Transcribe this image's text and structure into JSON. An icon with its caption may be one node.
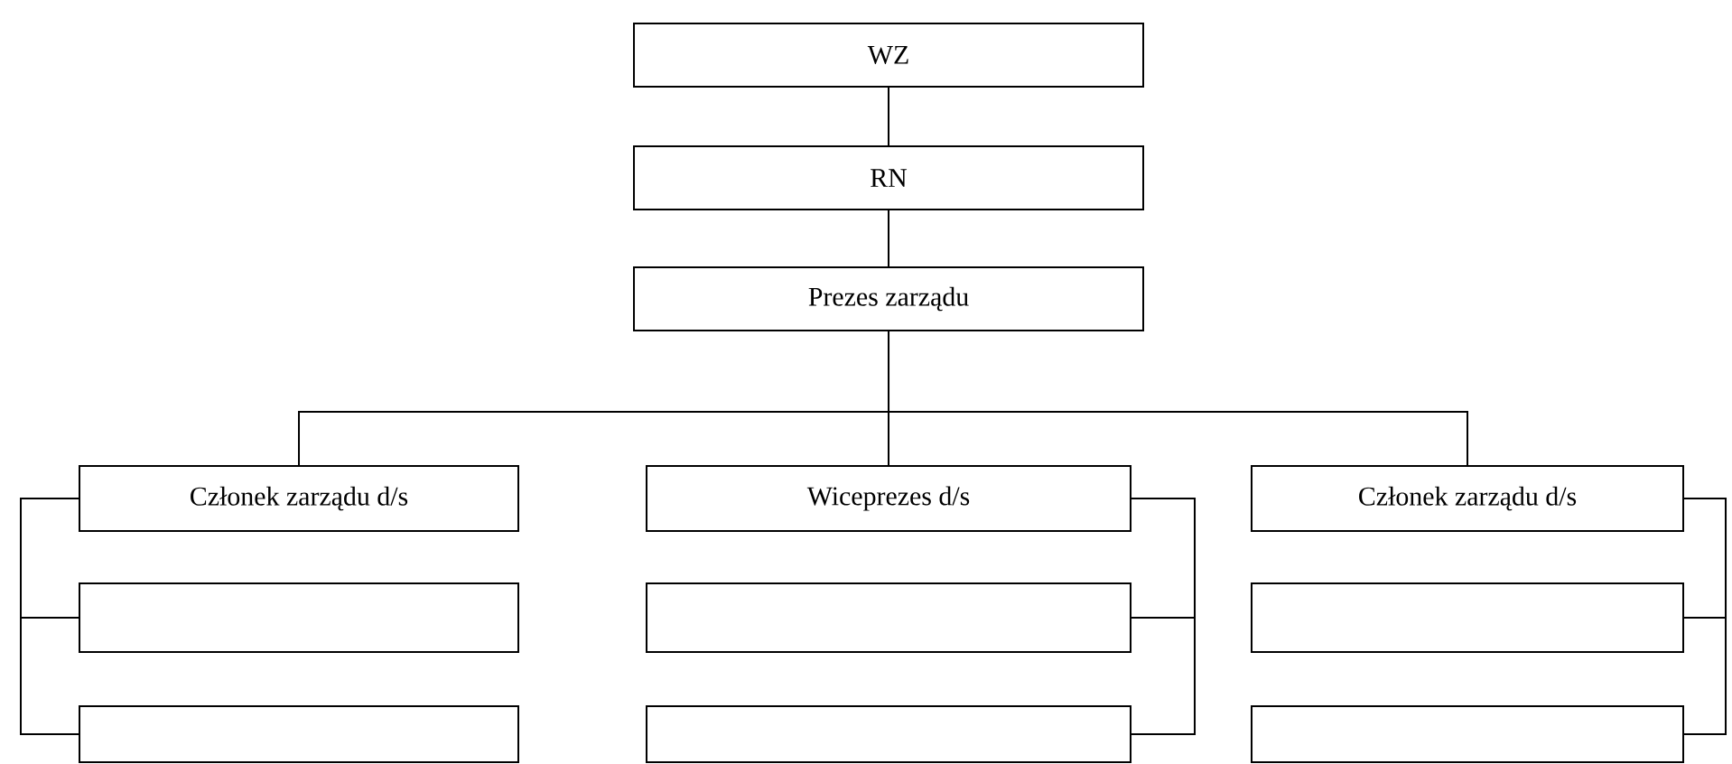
{
  "diagram": {
    "nodes": [
      {
        "text": [
          "WZ"
        ]
      },
      {
        "text": [
          "RN"
        ]
      },
      {
        "text": [
          "Prezes zarządu"
        ]
      },
      {
        "text": [
          "Członek zarządu d/s"
        ]
      },
      {
        "text": [
          "Wiceprezes d/s"
        ]
      },
      {
        "text": [
          "Członek zarządu d/s"
        ]
      },
      {
        "text": [],
        "shape": "box"
      },
      {
        "text": [],
        "shape": "box"
      },
      {
        "text": [],
        "shape": "box"
      },
      {
        "text": [],
        "shape": "box"
      },
      {
        "text": [],
        "shape": "box"
      },
      {
        "text": [],
        "shape": "box"
      }
    ],
    "edges": [
      {
        "from": 0,
        "to": 1,
        "arrow": "none"
      },
      {
        "from": 1,
        "to": 2,
        "arrow": "none"
      },
      {
        "from": 2,
        "to": 3,
        "arrow": "none"
      },
      {
        "from": 2,
        "to": 4,
        "arrow": "none"
      },
      {
        "from": 2,
        "to": 5,
        "arrow": "none"
      },
      {
        "from": 3,
        "to": 6,
        "arrow": "none"
      },
      {
        "from": 3,
        "to": 9,
        "arrow": "none"
      },
      {
        "from": 4,
        "to": 7,
        "arrow": "none"
      },
      {
        "from": 4,
        "to": 10,
        "arrow": "none"
      },
      {
        "from": 5,
        "to": 8,
        "arrow": "none"
      },
      {
        "from": 5,
        "to": 11,
        "arrow": "none"
      }
    ]
  }
}
